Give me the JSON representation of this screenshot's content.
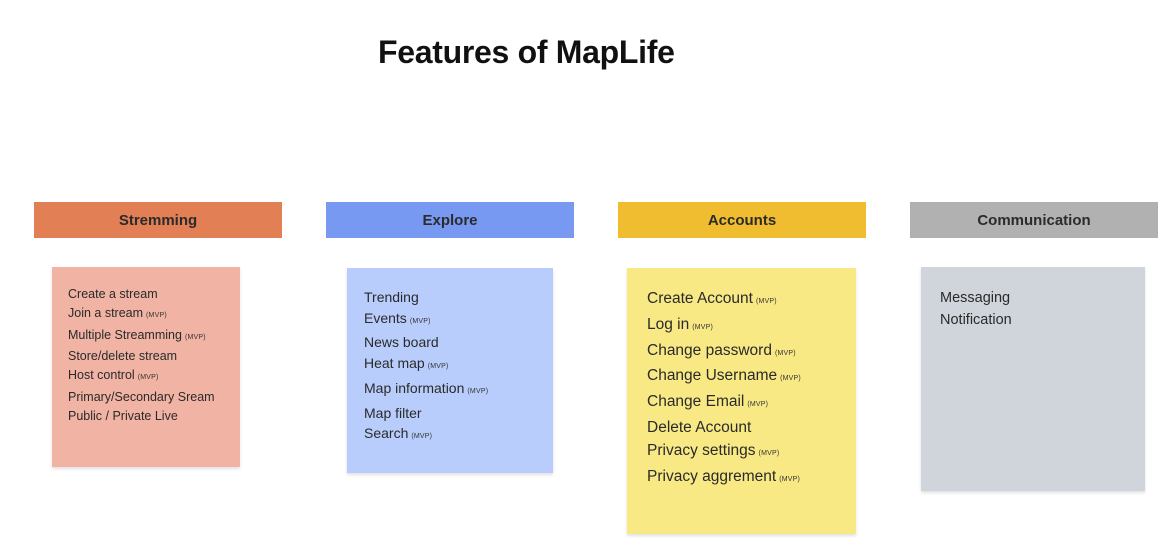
{
  "title": "Features of MapLife",
  "mvp_tag": "(MVP)",
  "colors": {
    "streaming_header": "#e37f55",
    "streaming_note": "#f1b3a3",
    "explore_header": "#7799f2",
    "explore_note": "#b8cdfc",
    "accounts_header": "#f0bc30",
    "accounts_note": "#f8e985",
    "communication_header": "#b1b1b1",
    "communication_note": "#d0d4db"
  },
  "columns": [
    {
      "key": "streaming",
      "header": "Stremming",
      "items": [
        {
          "label": "Create a stream",
          "mvp": false
        },
        {
          "label": "Join a stream",
          "mvp": true
        },
        {
          "label": "Multiple Streamming",
          "mvp": true
        },
        {
          "label": "Store/delete stream",
          "mvp": false
        },
        {
          "label": "Host control",
          "mvp": true
        },
        {
          "label": "Primary/Secondary Sream",
          "mvp": false
        },
        {
          "label": "Public / Private Live",
          "mvp": false
        }
      ]
    },
    {
      "key": "explore",
      "header": "Explore",
      "items": [
        {
          "label": "Trending",
          "mvp": false
        },
        {
          "label": "Events",
          "mvp": true
        },
        {
          "label": "News board",
          "mvp": false
        },
        {
          "label": "Heat map",
          "mvp": true
        },
        {
          "label": "Map information",
          "mvp": true
        },
        {
          "label": "Map filter",
          "mvp": false
        },
        {
          "label": "Search",
          "mvp": true
        }
      ]
    },
    {
      "key": "accounts",
      "header": "Accounts",
      "items": [
        {
          "label": "Create Account",
          "mvp": true
        },
        {
          "label": "Log in",
          "mvp": true
        },
        {
          "label": "Change password",
          "mvp": true
        },
        {
          "label": "Change Username",
          "mvp": true
        },
        {
          "label": "Change Email",
          "mvp": true
        },
        {
          "label": "Delete Account",
          "mvp": false
        },
        {
          "label": "Privacy settings",
          "mvp": true
        },
        {
          "label": "Privacy aggrement",
          "mvp": true
        }
      ]
    },
    {
      "key": "communication",
      "header": "Communication",
      "items": [
        {
          "label": "Messaging",
          "mvp": false
        },
        {
          "label": "Notification",
          "mvp": false
        }
      ]
    }
  ]
}
